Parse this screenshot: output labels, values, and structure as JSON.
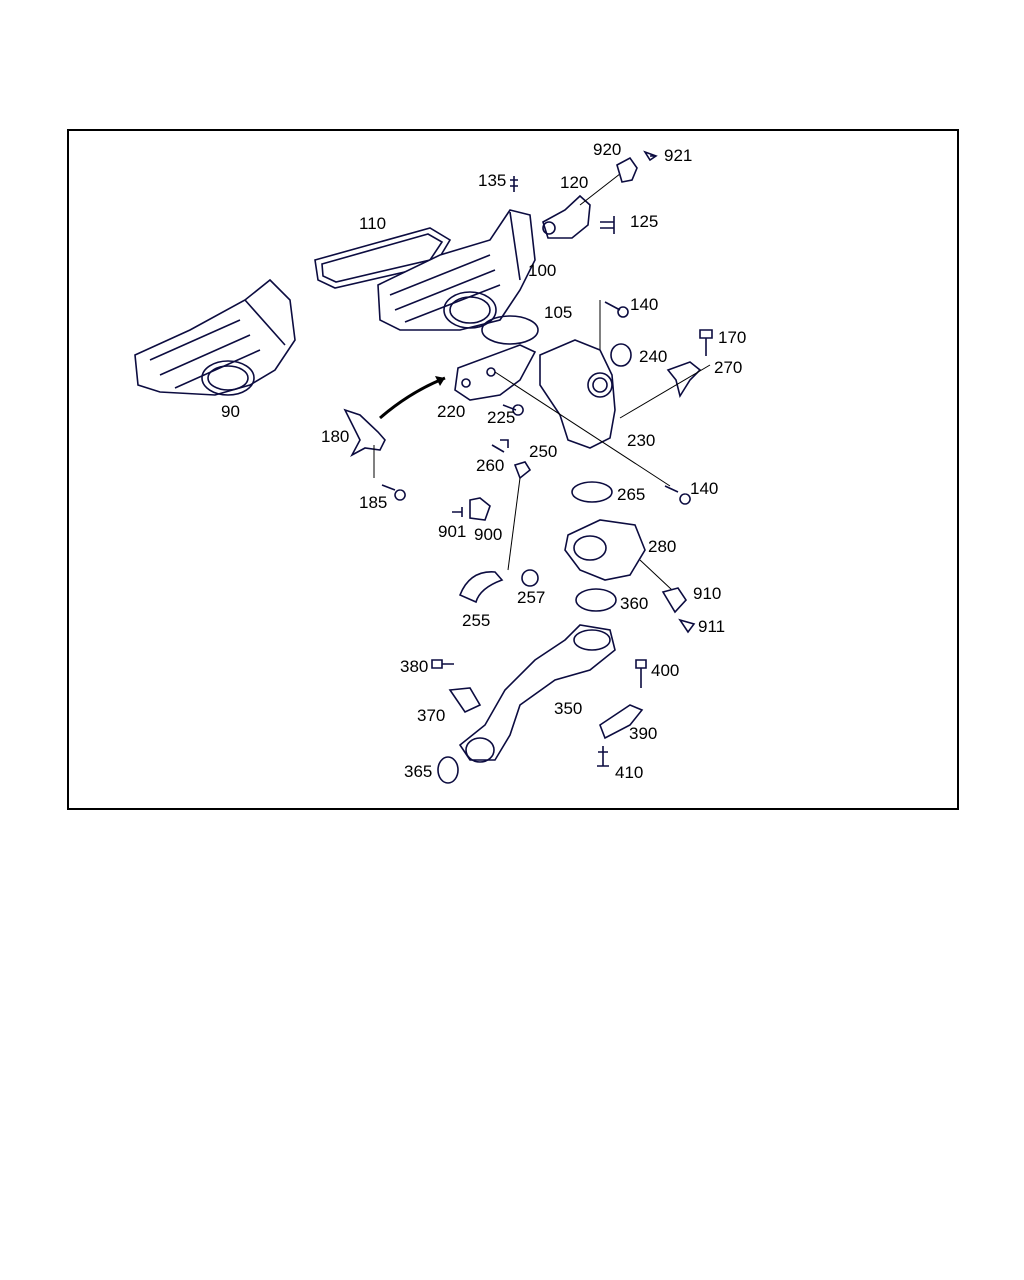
{
  "diagram": {
    "type": "exploded parts diagram",
    "colors": {
      "frame": "#000000",
      "parts": "#0c0c40",
      "labels": "#000000"
    },
    "labels": [
      "920",
      "921",
      "135",
      "120",
      "125",
      "110",
      "100",
      "105",
      "140",
      "170",
      "240",
      "270",
      "90",
      "220",
      "225",
      "180",
      "230",
      "250",
      "260",
      "140",
      "265",
      "185",
      "901",
      "900",
      "280",
      "910",
      "257",
      "360",
      "255",
      "911",
      "380",
      "400",
      "350",
      "370",
      "390",
      "365",
      "410"
    ]
  }
}
